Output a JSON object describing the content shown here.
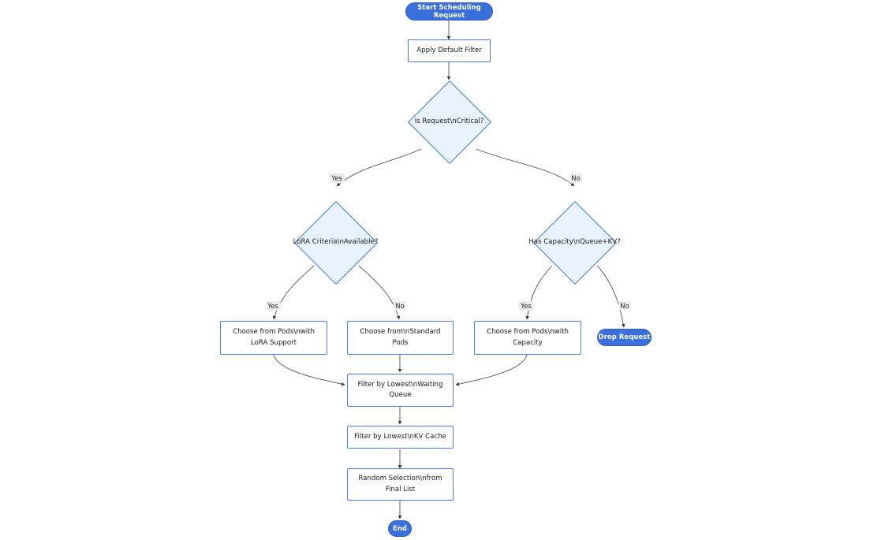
{
  "diagram": {
    "type": "flowchart",
    "title": "Start Scheduling Request",
    "orientation": "top-down",
    "background_color": "#ffffff",
    "colors": {
      "terminator_fill": "#3a6fdc",
      "terminator_text": "#ffffff",
      "process_fill": "#ffffff",
      "process_border": "#4a7de8",
      "decision_fill": "#e7f2fd",
      "decision_border": "#3a7bdb",
      "edge_stroke": "#555555",
      "edge_label_bg": "#ececec",
      "text": "#1b1b1f"
    }
  },
  "nodes": {
    "start": {
      "label": "Start Scheduling Request",
      "shape": "terminator"
    },
    "apply_default_filter": {
      "label": "Apply Default Filter",
      "shape": "process"
    },
    "is_request_critical": {
      "label": "Is Request\\nCritical?",
      "shape": "decision"
    },
    "lora_criteria_available": {
      "label": "LoRA Criteria\\nAvailable?",
      "shape": "decision"
    },
    "has_capacity": {
      "label": "Has Capacity\\nQueue+KV?",
      "shape": "decision"
    },
    "choose_lora_pods": {
      "label": "Choose from Pods\\nwith LoRA Support",
      "line1": "Choose from Pods\\nwith",
      "line2": "LoRA Support",
      "shape": "process"
    },
    "choose_standard_pods": {
      "label": "Choose from\\nStandard Pods",
      "line1": "Choose from\\nStandard",
      "line2": "Pods",
      "shape": "process"
    },
    "choose_capacity_pods": {
      "label": "Choose from Pods\\nwith Capacity",
      "line1": "Choose from Pods\\nwith",
      "line2": "Capacity",
      "shape": "process"
    },
    "drop_request": {
      "label": "Drop Request",
      "shape": "terminator"
    },
    "filter_waiting_queue": {
      "label": "Filter by Lowest\\nWaiting Queue",
      "line1": "Filter by Lowest\\nWaiting",
      "line2": "Queue",
      "shape": "process"
    },
    "filter_kv_cache": {
      "label": "Filter by Lowest\\nKV Cache",
      "line1": "Filter by Lowest\\nKV Cache",
      "line2": "",
      "shape": "process"
    },
    "random_selection": {
      "label": "Random Selection\\nfrom Final List",
      "line1": "Random Selection\\nfrom",
      "line2": "Final List",
      "shape": "process"
    },
    "end": {
      "label": "End",
      "shape": "terminator"
    }
  },
  "edges": [
    {
      "from": "start",
      "to": "apply_default_filter",
      "label": ""
    },
    {
      "from": "apply_default_filter",
      "to": "is_request_critical",
      "label": ""
    },
    {
      "from": "is_request_critical",
      "to": "lora_criteria_available",
      "label": "Yes"
    },
    {
      "from": "is_request_critical",
      "to": "has_capacity",
      "label": "No"
    },
    {
      "from": "lora_criteria_available",
      "to": "choose_lora_pods",
      "label": "Yes"
    },
    {
      "from": "lora_criteria_available",
      "to": "choose_standard_pods",
      "label": "No"
    },
    {
      "from": "has_capacity",
      "to": "choose_capacity_pods",
      "label": "Yes"
    },
    {
      "from": "has_capacity",
      "to": "drop_request",
      "label": "No"
    },
    {
      "from": "choose_lora_pods",
      "to": "filter_waiting_queue",
      "label": ""
    },
    {
      "from": "choose_standard_pods",
      "to": "filter_waiting_queue",
      "label": ""
    },
    {
      "from": "choose_capacity_pods",
      "to": "filter_waiting_queue",
      "label": ""
    },
    {
      "from": "filter_waiting_queue",
      "to": "filter_kv_cache",
      "label": ""
    },
    {
      "from": "filter_kv_cache",
      "to": "random_selection",
      "label": ""
    },
    {
      "from": "random_selection",
      "to": "end",
      "label": ""
    }
  ],
  "edge_labels": {
    "critical_yes": "Yes",
    "critical_no": "No",
    "lora_yes": "Yes",
    "lora_no": "No",
    "capacity_yes": "Yes",
    "capacity_no": "No"
  }
}
